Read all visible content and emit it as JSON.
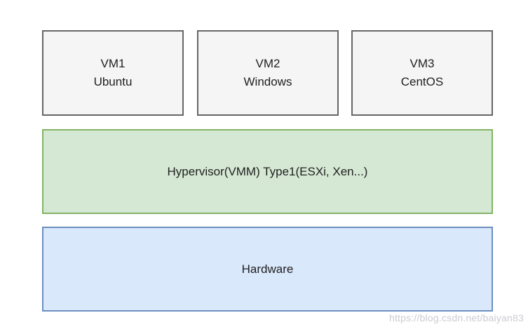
{
  "diagram": {
    "title_implied": "Type 1 Hypervisor architecture",
    "vms": [
      {
        "line1": "VM1",
        "line2": "Ubuntu"
      },
      {
        "line1": "VM2",
        "line2": "Windows"
      },
      {
        "line1": "VM3",
        "line2": "CentOS"
      }
    ],
    "hypervisor": {
      "label": "Hypervisor(VMM) Type1(ESXi, Xen...)"
    },
    "hardware": {
      "label": "Hardware"
    },
    "colors": {
      "vm_fill": "#f5f5f5",
      "vm_border": "#666666",
      "hypervisor_fill": "#d5e8d4",
      "hypervisor_border": "#82b366",
      "hardware_fill": "#dae8fc",
      "hardware_border": "#6c8ebf",
      "text": "#1f1f1f",
      "watermark_text": "#ccccd4"
    }
  },
  "watermark": {
    "text": "https://blog.csdn.net/baiyan83"
  }
}
